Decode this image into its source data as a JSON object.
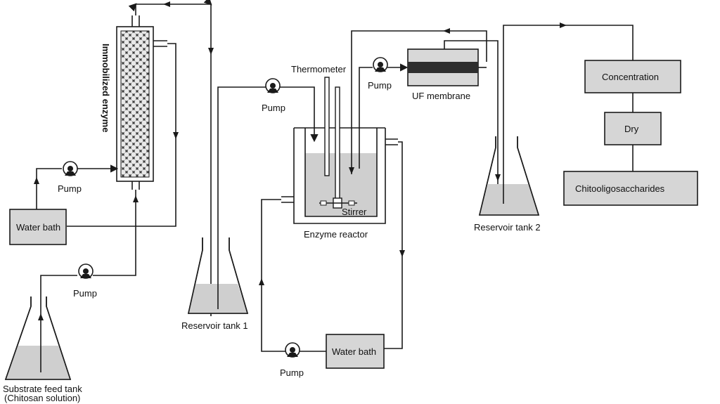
{
  "labels": {
    "immobilized_enzyme": "Immobilized enzyme",
    "pump_1": "Pump",
    "water_bath_1": "Water bath",
    "pump_2": "Pump",
    "substrate_feed_tank_line1": "Substrate feed tank",
    "substrate_feed_tank_line2": "(Chitosan solution)",
    "reservoir_tank_1": "Reservoir tank 1",
    "pump_3": "Pump",
    "thermometer": "Thermometer",
    "stirrer": "Stirrer",
    "enzyme_reactor": "Enzyme reactor",
    "pump_4": "Pump",
    "uf_membrane": "UF membrane",
    "water_bath_2": "Water bath",
    "pump_5": "Pump",
    "reservoir_tank_2": "Reservoir tank 2",
    "concentration": "Concentration",
    "dry": "Dry",
    "chitooligosaccharides": "Chitooligosaccharides"
  },
  "colors": {
    "line": "#1a1a1a",
    "box_fill": "#d6d6d6",
    "liquid_fill": "#cfcfcf"
  }
}
